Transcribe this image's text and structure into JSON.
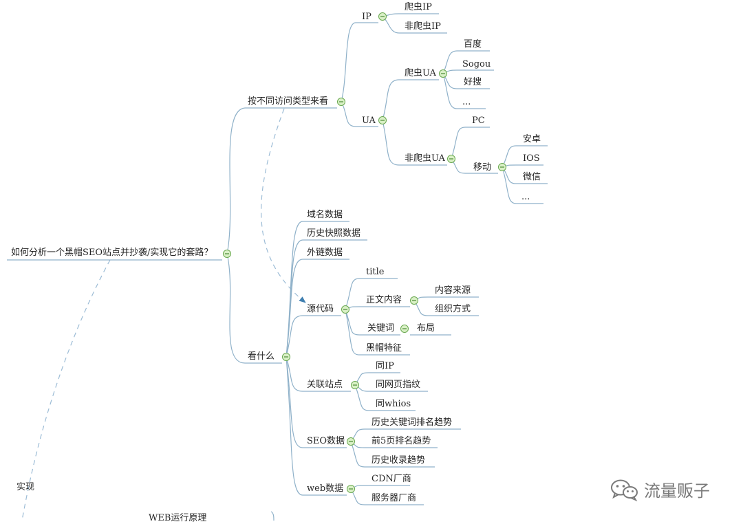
{
  "root": {
    "label": "如何分析一个黑帽SEO站点并抄袭/实现它的套路？"
  },
  "branch_visit": {
    "label": "按不同访问类型来看",
    "ip": {
      "label": "IP",
      "children": [
        "爬虫IP",
        "非爬虫IP"
      ]
    },
    "ua": {
      "label": "UA",
      "crawler": {
        "label": "爬虫UA",
        "children": [
          "百度",
          "Sogou",
          "好搜",
          "..."
        ]
      },
      "non_crawler": {
        "label": "非爬虫UA",
        "pc": "PC",
        "mobile": {
          "label": "移动",
          "children": [
            "安卓",
            "IOS",
            "微信",
            "..."
          ]
        }
      }
    }
  },
  "branch_look": {
    "label": "看什么",
    "domain_data": "域名数据",
    "snapshot_data": "历史快照数据",
    "backlink_data": "外链数据",
    "source_code": {
      "label": "源代码",
      "title": "title",
      "body": {
        "label": "正文内容",
        "children": [
          "内容来源",
          "组织方式"
        ]
      },
      "keywords": {
        "label": "关键词",
        "children": [
          "布局"
        ]
      },
      "blackhat": "黑帽特征"
    },
    "related_sites": {
      "label": "关联站点",
      "children": [
        "同IP",
        "同网页指纹",
        "同whios"
      ]
    },
    "seo_data": {
      "label": "SEO数据",
      "children": [
        "历史关键词排名趋势",
        "前5页排名趋势",
        "历史收录趋势"
      ]
    },
    "web_data": {
      "label": "web数据",
      "children": [
        "CDN厂商",
        "服务器厂商"
      ]
    }
  },
  "implement": {
    "label": "实现"
  },
  "cut_off_label": "WEB运行原理",
  "watermark": {
    "text": "流量贩子",
    "icon": "wechat-icon"
  }
}
